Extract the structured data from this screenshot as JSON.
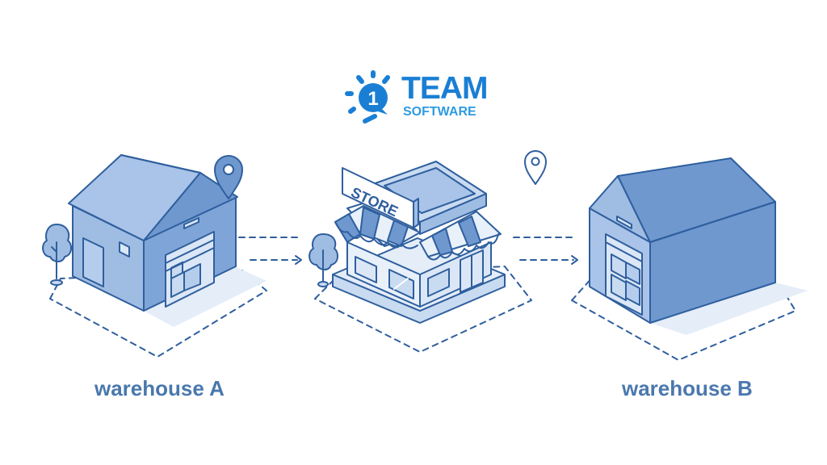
{
  "logo": {
    "number": "1",
    "line1": "TEAM",
    "line2": "SOFTWARE"
  },
  "store": {
    "sign": "STORE"
  },
  "labels": {
    "warehouse_a": "warehouse A",
    "warehouse_b": "warehouse B"
  },
  "colors": {
    "logo_blue": "#1a7fd4",
    "label_text": "#4a78ad",
    "stroke": "#2f5f9e",
    "fill_light": "#c9dbf1",
    "fill_mid": "#9fbde3",
    "fill_dark": "#6f98cf"
  }
}
